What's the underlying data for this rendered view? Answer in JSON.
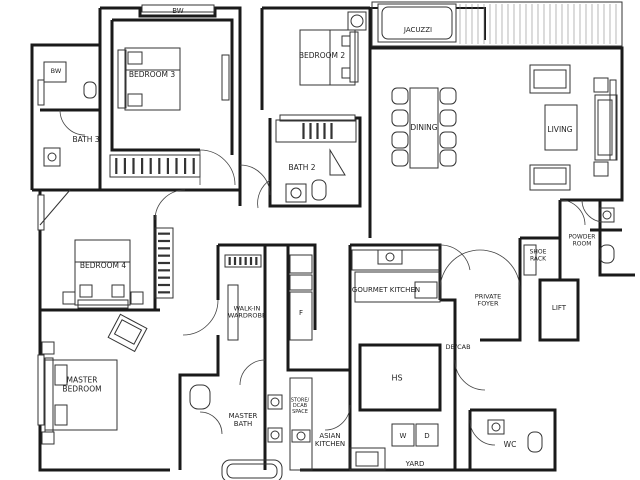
{
  "rooms": {
    "bw_top": "BW",
    "jacuzzi": "JACUZZI",
    "bedroom3": "BEDROOM 3",
    "bedroom2": "BEDROOM 2",
    "bw_left": "BW",
    "bath3": "BATH 3",
    "dining": "DINING",
    "living": "LIVING",
    "bath2": "BATH 2",
    "bedroom4": "BEDROOM 4",
    "shoe_rack": "SHOE\nRACK",
    "powder_room": "POWDER\nROOM",
    "walk_in_wardrobe": "WALK-IN\nWARDROBE",
    "gourmet_kitchen": "GOURMET KITCHEN",
    "private_foyer": "PRIVATE\nFOYER",
    "lift": "LIFT",
    "f": "F",
    "db_cab": "DB/CAB",
    "master_bedroom": "MASTER\nBEDROOM",
    "hs": "HS",
    "store": "STORE/\nDCAB\nSPACE",
    "master_bath": "MASTER\nBATH",
    "asian_kitchen": "ASIAN\nKITCHEN",
    "w": "W",
    "d": "D",
    "yard": "YARD",
    "wc": "WC"
  }
}
